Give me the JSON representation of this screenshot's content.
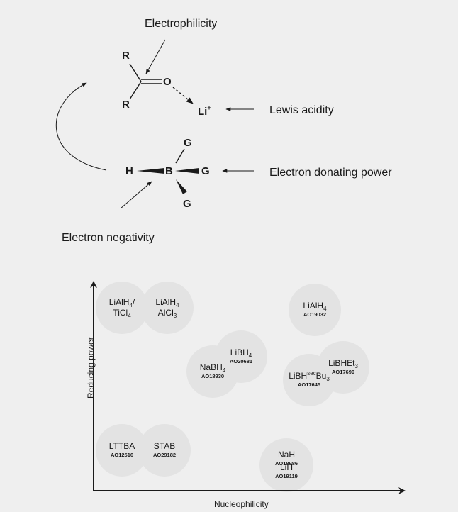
{
  "labels": {
    "electrophilicity": "Electrophilicity",
    "lewis_acidity": "Lewis acidity",
    "electron_donating_power": "Electron donating power",
    "electron_negativity": "Electron negativity"
  },
  "atoms": {
    "r_top": "R",
    "r_bottom": "R",
    "o": "O",
    "li": "Li",
    "li_charge": "+",
    "h": "H",
    "b": "B",
    "g_top": "G",
    "g_right": "G",
    "g_bottom": "G"
  },
  "chart_data": {
    "type": "scatter",
    "xlabel": "Nucleophilicity",
    "ylabel": "Reducing power",
    "reagents": [
      {
        "id": "lialh4-ticl4",
        "name": "LiAlH4/TiCl4",
        "code": "",
        "x": 1.0,
        "y": 8.6
      },
      {
        "id": "lialh4-alcl3",
        "name": "LiAlH4 AlCl3",
        "code": "",
        "x": 2.6,
        "y": 8.6
      },
      {
        "id": "lialh4",
        "name": "LiAlH4",
        "code": "AO19032",
        "x": 7.8,
        "y": 8.5
      },
      {
        "id": "libh4",
        "name": "LiBH4",
        "code": "AO20681",
        "x": 5.2,
        "y": 6.3
      },
      {
        "id": "nabh4",
        "name": "NaBH4",
        "code": "AO18930",
        "x": 4.2,
        "y": 5.6
      },
      {
        "id": "libhet3",
        "name": "LiBHEt3",
        "code": "AO17699",
        "x": 8.8,
        "y": 5.8
      },
      {
        "id": "libhsecbu3",
        "name": "LiBHsecBu3",
        "code": "AO17645",
        "x": 7.6,
        "y": 5.2
      },
      {
        "id": "lttba",
        "name": "LTTBA",
        "code": "AO12516",
        "x": 1.0,
        "y": 1.9
      },
      {
        "id": "stab",
        "name": "STAB",
        "code": "AO29182",
        "x": 2.5,
        "y": 1.9
      },
      {
        "id": "nah",
        "name": "NaH",
        "code": "AO18986",
        "x": 6.8,
        "y": 1.5
      },
      {
        "id": "lih",
        "name": "LiH",
        "code": "AO19119",
        "x": 6.8,
        "y": 0.9
      }
    ]
  },
  "colors": {
    "background": "#efefef",
    "bubble": "#e3e3e3",
    "ink": "#1a1a1a"
  }
}
